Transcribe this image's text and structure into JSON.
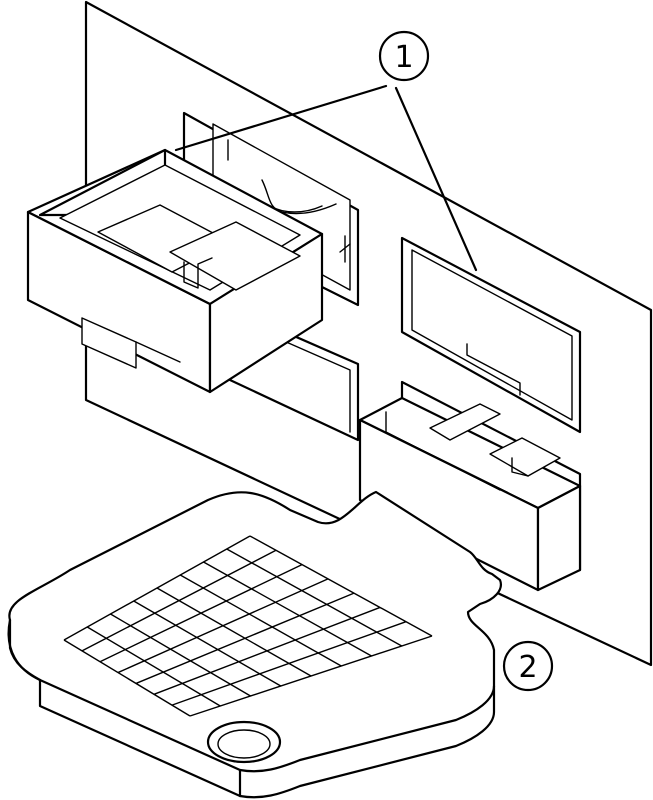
{
  "callouts": [
    {
      "id": "1",
      "label": "1"
    },
    {
      "id": "2",
      "label": "2"
    }
  ],
  "grid": {
    "rows": 7,
    "cols": 8
  }
}
